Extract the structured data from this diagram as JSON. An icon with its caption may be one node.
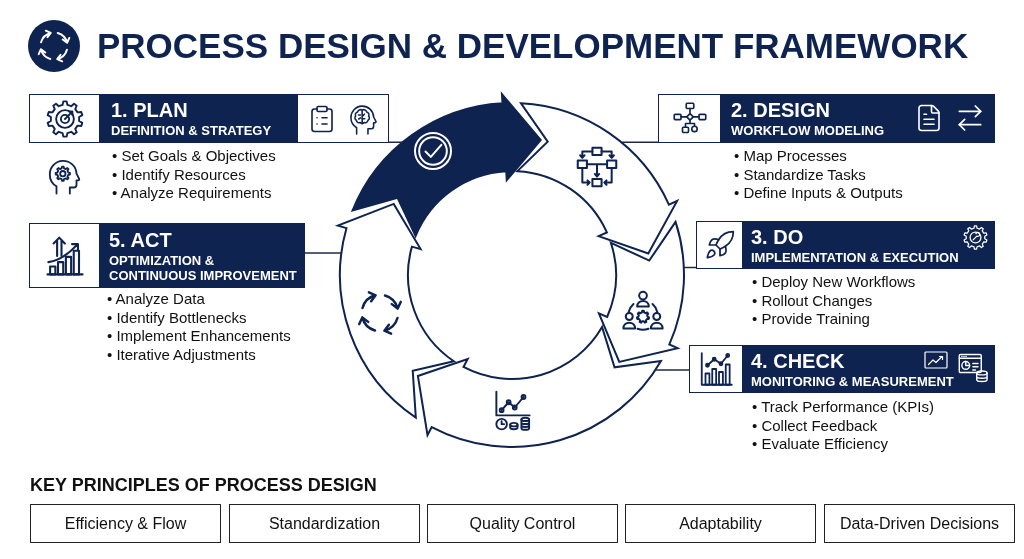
{
  "diagram": {
    "title": "PROCESS DESIGN & DEVELOPMENT FRAMEWORK",
    "nodes": [
      {
        "text": [
          "1. PLAN",
          "DEFINITION & STRATEGY"
        ],
        "beside": [
          "• Set Goals & Objectives",
          "• Identify Resources",
          "• Analyze Requirements"
        ]
      },
      {
        "text": [
          "2. DESIGN",
          "WORKFLOW MODELING"
        ],
        "beside": [
          "• Map Processes",
          "• Standardize Tasks",
          "• Define Inputs & Outputs"
        ]
      },
      {
        "text": [
          "5. ACT",
          "OPTIMIZATION & CONTINUOUS IMPROVEMENT"
        ],
        "beside": [
          "• Analyze Data",
          "• Identify Bottlenecks",
          "• Implement Enhancements",
          "• Iterative Adjustments"
        ]
      },
      {
        "text": [
          "3. DO",
          "IMPLEMENTATION & EXECUTION"
        ],
        "beside": [
          "• Deploy New Workflows",
          "• Rollout Changes",
          "• Provide Training"
        ]
      },
      {
        "text": [
          "4. CHECK",
          "MONITORING & MEASUREMENT"
        ],
        "beside": [
          "• Track Performance (KPIs)",
          "• Collect Feedback",
          "• Evaluate Efficiency"
        ]
      },
      {
        "text": [],
        "shape": "arrow"
      },
      {
        "text": [],
        "shape": "arrow"
      },
      {
        "text": [],
        "shape": "arrow"
      },
      {
        "text": [],
        "shape": "arrow"
      },
      {
        "text": [],
        "shape": "arrow"
      },
      {
        "text": [
          "Efficiency & Flow"
        ]
      },
      {
        "text": [
          "Standardization"
        ]
      },
      {
        "text": [
          "Quality Control"
        ]
      },
      {
        "text": [
          "Adaptability"
        ]
      },
      {
        "text": [
          "Data-Driven Decisions"
        ]
      }
    ],
    "edges": [
      {
        "from": 0,
        "to": 5,
        "arrow": "none"
      },
      {
        "from": 1,
        "to": 6,
        "arrow": "none"
      },
      {
        "from": 2,
        "to": 9,
        "arrow": "none"
      },
      {
        "from": 3,
        "to": 7,
        "arrow": "none"
      },
      {
        "from": 4,
        "to": 8,
        "arrow": "none"
      }
    ],
    "labels": [
      "KEY PRINCIPLES OF PROCESS DESIGN"
    ]
  }
}
